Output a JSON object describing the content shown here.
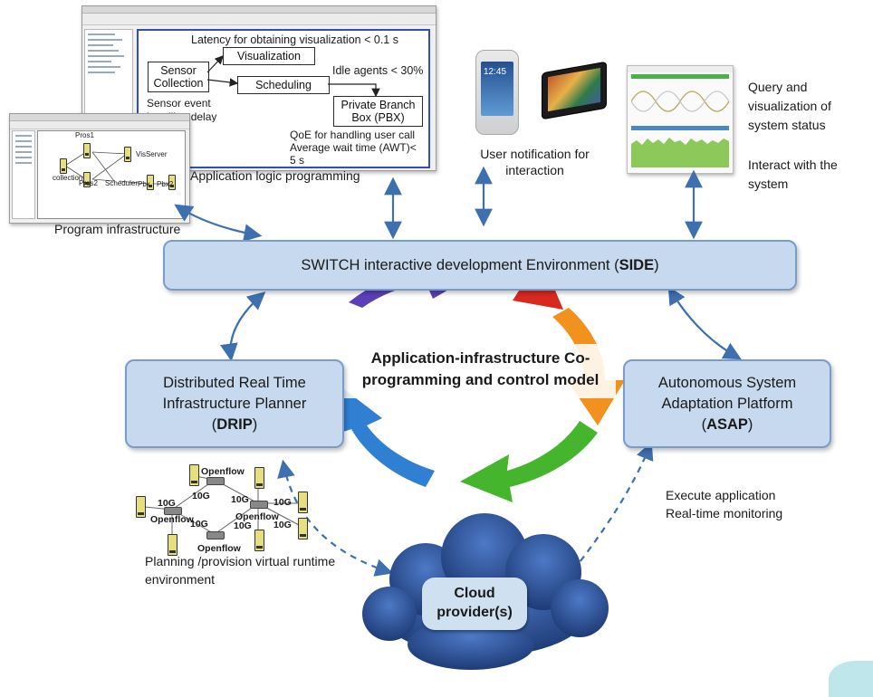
{
  "app_window": {
    "latency_note": "Latency for obtaining visualization < 0.1 s",
    "nodes": {
      "sensor": "Sensor Collection",
      "visualization": "Visualization",
      "scheduling": "Scheduling",
      "pbx": "Private Branch Box (PBX)"
    },
    "idle_note": "Idle agents < 30%",
    "sensor_event_note": "Sensor event handling delay",
    "qoe_note": "QoE for handling user call Average wait time (AWT)< 5 s"
  },
  "infra_window": {
    "nodes": [
      "Pros1",
      "VisServer",
      "collection",
      "Pros2",
      "Scheduler",
      "Pbx",
      "Pbx2"
    ]
  },
  "captions": {
    "app_logic": "Application logic programming",
    "program_infra": "Program infrastructure",
    "user_notification": "User notification  for interaction",
    "query_viz": "Query and visualization of system status",
    "interact": "Interact with the system",
    "execute": "Execute application",
    "realtime": "Real-time monitoring",
    "planning": "Planning /provision virtual runtime environment"
  },
  "phone": {
    "clock": "12:45"
  },
  "side": {
    "text": "SWITCH interactive development Environment (",
    "bold": "SIDE",
    "close": ")"
  },
  "center_title": "Application-infrastructure Co-programming and control model",
  "drip": {
    "line1": "Distributed Real Time",
    "line2": "Infrastructure Planner",
    "open": "(",
    "bold": "DRIP",
    "close": ")"
  },
  "asap": {
    "line1": "Autonomous System",
    "line2": "Adaptation Platform",
    "open": "(",
    "bold": "ASAP",
    "close": ")"
  },
  "network": {
    "openflow": "Openflow",
    "link": "10G"
  },
  "cloud": "Cloud provider(s)",
  "colors": {
    "box_fill": "#c7d9ee",
    "box_border": "#7b9cc8",
    "arrow": "#3e6fae",
    "requirement_text": "#e0231d",
    "cloud_dark": "#1e3f7a",
    "cloud_label_fill": "#cfe0f1"
  }
}
